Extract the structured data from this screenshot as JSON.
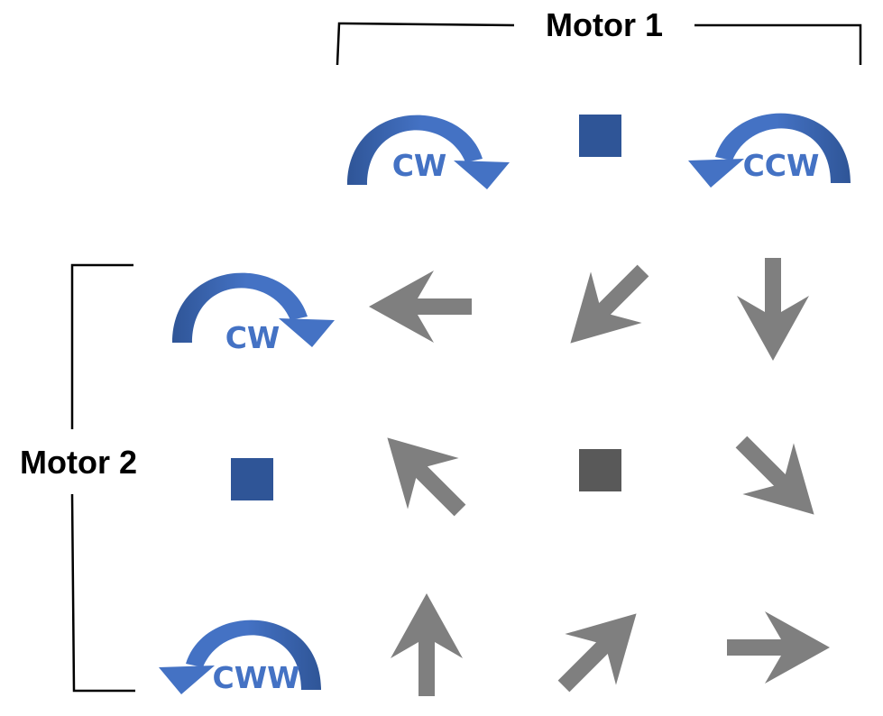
{
  "motor1": {
    "label": "Motor 1"
  },
  "motor2": {
    "label": "Motor 2"
  },
  "rotations": {
    "m1_cw": "CW",
    "m1_ccw": "CCW",
    "m2_cw": "CW",
    "m2_ccw": "CWW"
  },
  "colors": {
    "arc_fill": "#4472C4",
    "arc_dark": "#2F5597",
    "stop_blue": "#2F5597",
    "stop_gray": "#595959",
    "arrow_gray": "#7F7F7F",
    "line": "#000000"
  },
  "grid": {
    "row_cw": [
      "left",
      "down-left",
      "down"
    ],
    "row_stop": [
      "up-left",
      "stop",
      "down-right"
    ],
    "row_ccw": [
      "up",
      "up-right",
      "right"
    ]
  }
}
